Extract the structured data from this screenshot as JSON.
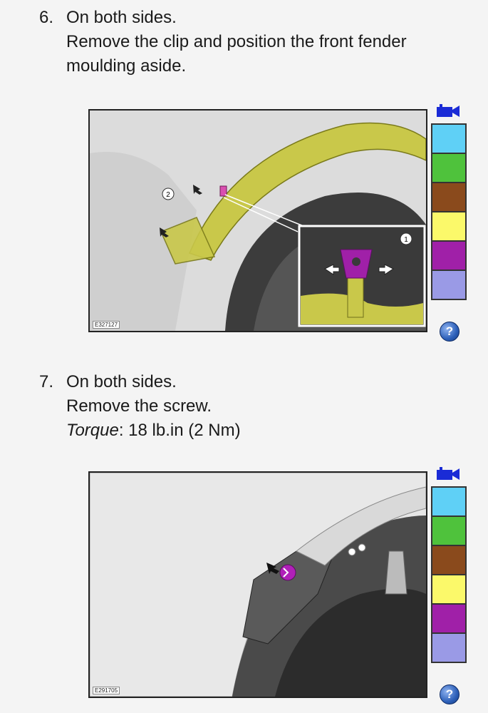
{
  "steps": [
    {
      "number": "6.",
      "lines": [
        "On both sides.",
        "Remove the clip and position the front fender",
        "moulding aside."
      ],
      "figure_id": "E327127",
      "callouts": [
        "1",
        "2"
      ]
    },
    {
      "number": "7.",
      "lines": [
        "On both sides.",
        "Remove the screw."
      ],
      "torque_label": "Torque",
      "torque_value": ": 18 lb.in (2 Nm)",
      "figure_id": "E291705"
    }
  ],
  "swatch_colors": [
    "#5fd0f6",
    "#4fc23c",
    "#8a4a1c",
    "#fbf96a",
    "#a020a8",
    "#9a9ae6"
  ],
  "icons": {
    "camera": "video-camera-icon",
    "help": "help-icon"
  },
  "help_glyph": "?"
}
